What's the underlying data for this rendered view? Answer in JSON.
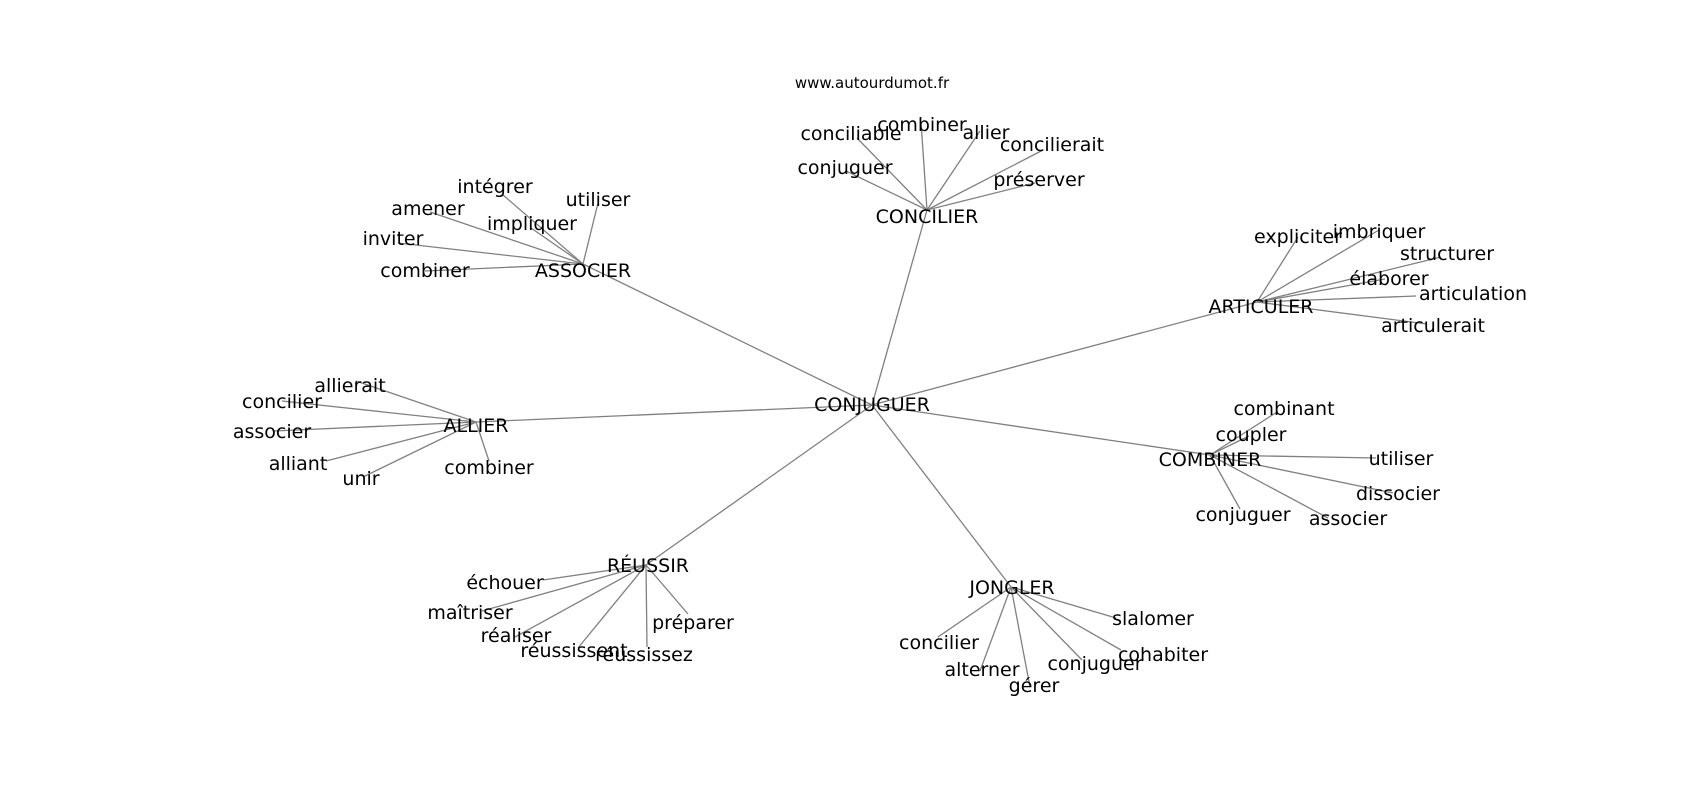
{
  "site": "www.autourdumot.fr",
  "center": "CONJUGUER",
  "clusters": [
    {
      "name": "CONCILIER",
      "leaves": [
        "conciliable",
        "combiner",
        "allier",
        "concilierait",
        "conjuguer",
        "préserver"
      ]
    },
    {
      "name": "ASSOCIER",
      "leaves": [
        "intégrer",
        "utiliser",
        "amener",
        "impliquer",
        "inviter",
        "combiner"
      ]
    },
    {
      "name": "ARTICULER",
      "leaves": [
        "expliciter",
        "imbriquer",
        "structurer",
        "élaborer",
        "articulation",
        "articulerait"
      ]
    },
    {
      "name": "ALLIER",
      "leaves": [
        "allierait",
        "concilier",
        "associer",
        "alliant",
        "unir",
        "combiner"
      ]
    },
    {
      "name": "COMBINER",
      "leaves": [
        "combinant",
        "coupler",
        "utiliser",
        "dissocier",
        "conjuguer",
        "associer"
      ]
    },
    {
      "name": "RÉUSSIR",
      "leaves": [
        "échouer",
        "maîtriser",
        "réaliser",
        "préparer",
        "réussissent",
        "réussissez"
      ]
    },
    {
      "name": "JONGLER",
      "leaves": [
        "slalomer",
        "concilier",
        "cohabiter",
        "conjuguer",
        "alterner",
        "gérer"
      ]
    }
  ]
}
